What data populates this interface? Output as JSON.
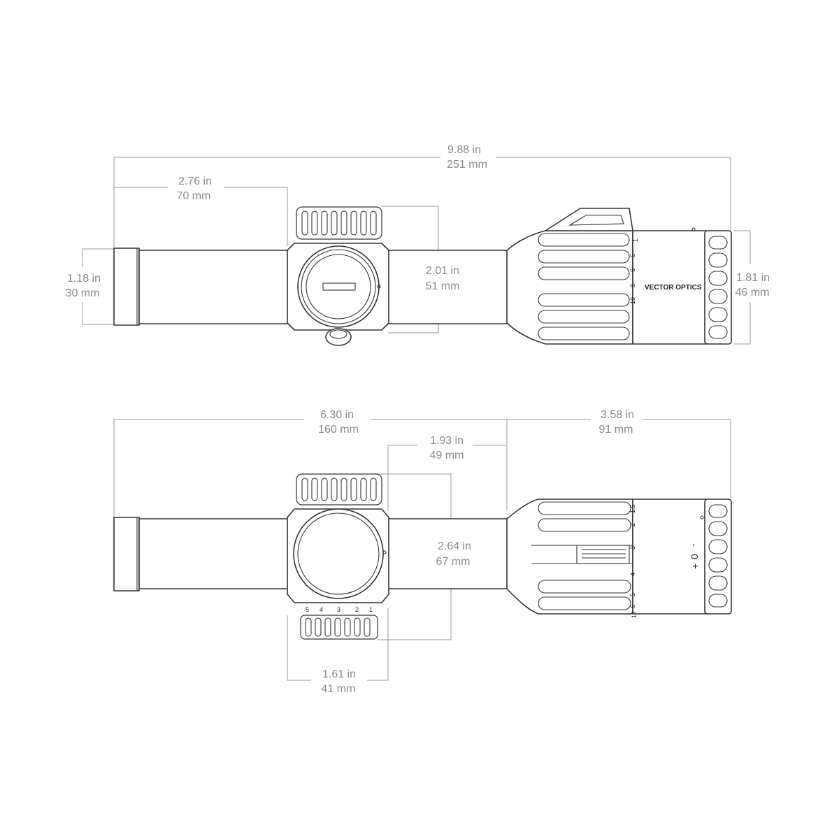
{
  "top_view": {
    "overall_length": {
      "imperial": "9.88 in",
      "metric": "251 mm"
    },
    "eyepiece_to_turret": {
      "imperial": "2.76 in",
      "metric": "70 mm"
    },
    "tube_diameter": {
      "imperial": "1.18 in",
      "metric": "30 mm"
    },
    "turret_height": {
      "imperial": "2.01 in",
      "metric": "51 mm"
    },
    "objective_diameter": {
      "imperial": "1.81 in",
      "metric": "46 mm"
    },
    "brand": "VECTOR OPTICS",
    "magnification_marks": [
      "1",
      "5",
      "6",
      "8",
      "10"
    ]
  },
  "side_view": {
    "turret_to_end": {
      "imperial": "6.30 in",
      "metric": "160  mm"
    },
    "rear_section": {
      "imperial": "3.58 in",
      "metric": "91 mm"
    },
    "turret_offset": {
      "imperial": "1.93 in",
      "metric": "49 mm"
    },
    "turret_span": {
      "imperial": "2.64 in",
      "metric": "67 mm"
    },
    "saddle_width": {
      "imperial": "1.61 in",
      "metric": "41 mm"
    },
    "illumination_marks": [
      "1",
      "2",
      "3",
      "4",
      "5",
      "6",
      "17",
      "1.5"
    ],
    "turret_marks": [
      "5",
      "4",
      "3",
      "2",
      "1"
    ],
    "parallax_marks": [
      "+",
      "0",
      "-"
    ]
  }
}
